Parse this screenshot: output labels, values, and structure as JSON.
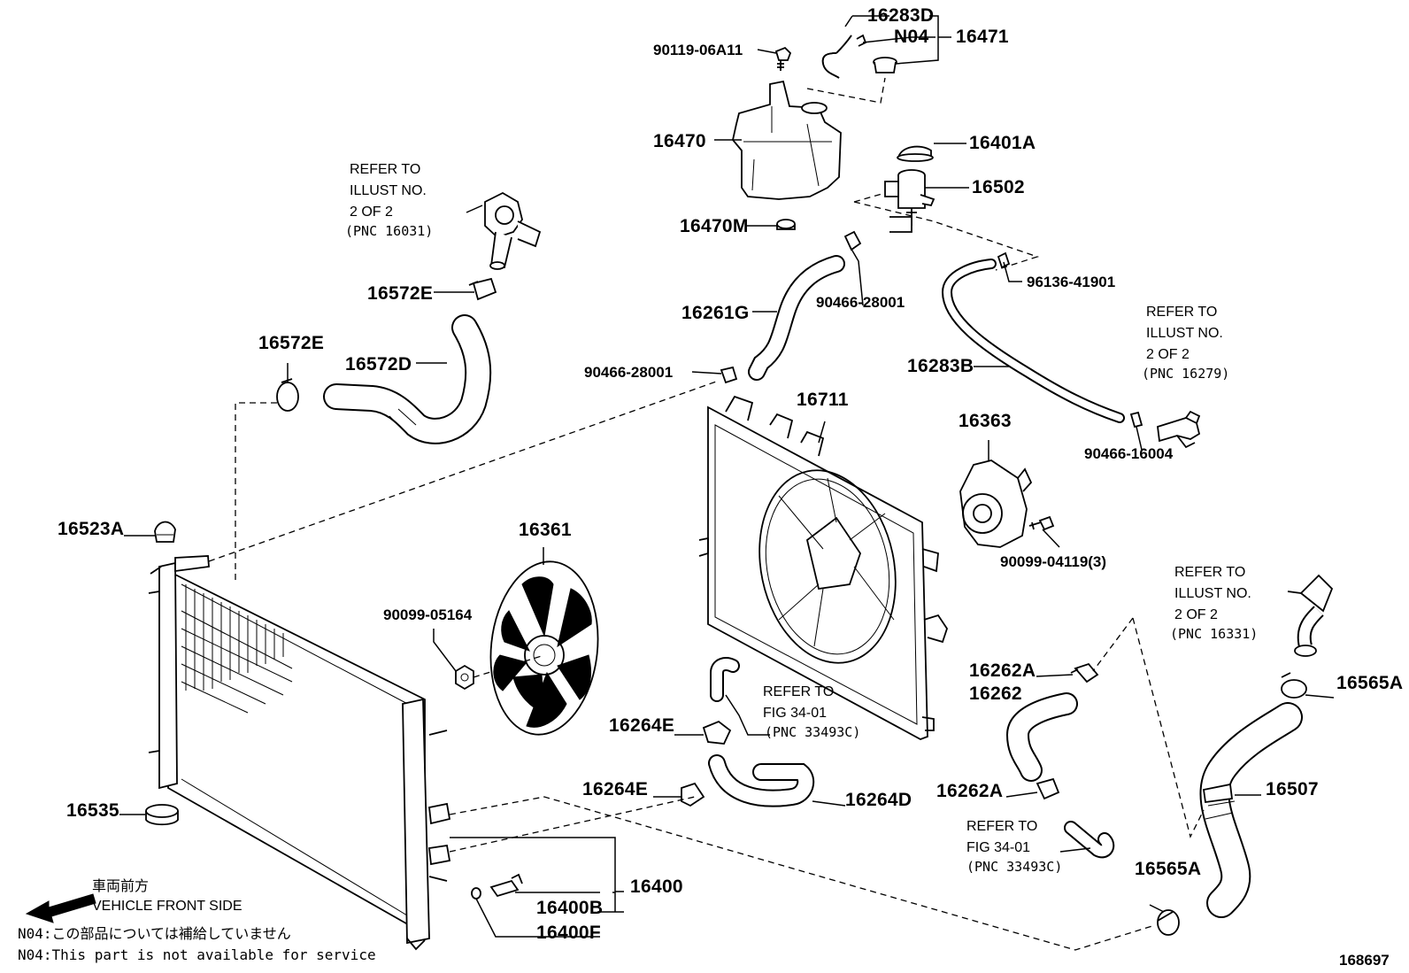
{
  "diagram": {
    "labels": {
      "p16283D": "16283D",
      "pN04": "N04",
      "p16471": "16471",
      "p9011906A11": "90119-06A11",
      "p16470": "16470",
      "p16401A": "16401A",
      "p16502": "16502",
      "p16470M": "16470M",
      "p16261G": "16261G",
      "p9046628001a": "90466-28001",
      "p9613641901": "96136-41901",
      "p16283B": "16283B",
      "p9046628001b": "90466-28001",
      "p16572Ea": "16572E",
      "p16572Eb": "16572E",
      "p16572D": "16572D",
      "p16711": "16711",
      "p16363": "16363",
      "p9046616004": "90466-16004",
      "p9009904119": "90099-04119(3)",
      "p16523A": "16523A",
      "p16361": "16361",
      "p9009905164": "90099-05164",
      "p16262Aa": "16262A",
      "p16262": "16262",
      "p16565Aa": "16565A",
      "p16264Ea": "16264E",
      "p16264Eb": "16264E",
      "p16264D": "16264D",
      "p16262Ab": "16262A",
      "p16507": "16507",
      "p16535": "16535",
      "p16400": "16400",
      "p16400B": "16400B",
      "p16400F": "16400F",
      "p16565Ab": "16565A"
    },
    "refers": {
      "r1": [
        "REFER TO",
        "ILLUST NO.",
        "2 OF 2",
        "(PNC 16031)"
      ],
      "r2": [
        "REFER TO",
        "ILLUST NO.",
        "2 OF 2",
        "(PNC 16279)"
      ],
      "r3": [
        "REFER TO",
        "ILLUST NO.",
        "2 OF 2",
        "(PNC 16331)"
      ],
      "r4": [
        "REFER TO",
        "FIG 34-01",
        "(PNC 33493C)"
      ],
      "r5": [
        "REFER TO",
        "FIG 34-01",
        "(PNC 33493C)"
      ]
    },
    "front": {
      "jp": "車両前方",
      "en": "VEHICLE FRONT SIDE"
    },
    "notes": {
      "jp": "N04:この部品については補給していません",
      "en": "N04:This part is not available for service"
    },
    "illustration_number": "168697"
  }
}
